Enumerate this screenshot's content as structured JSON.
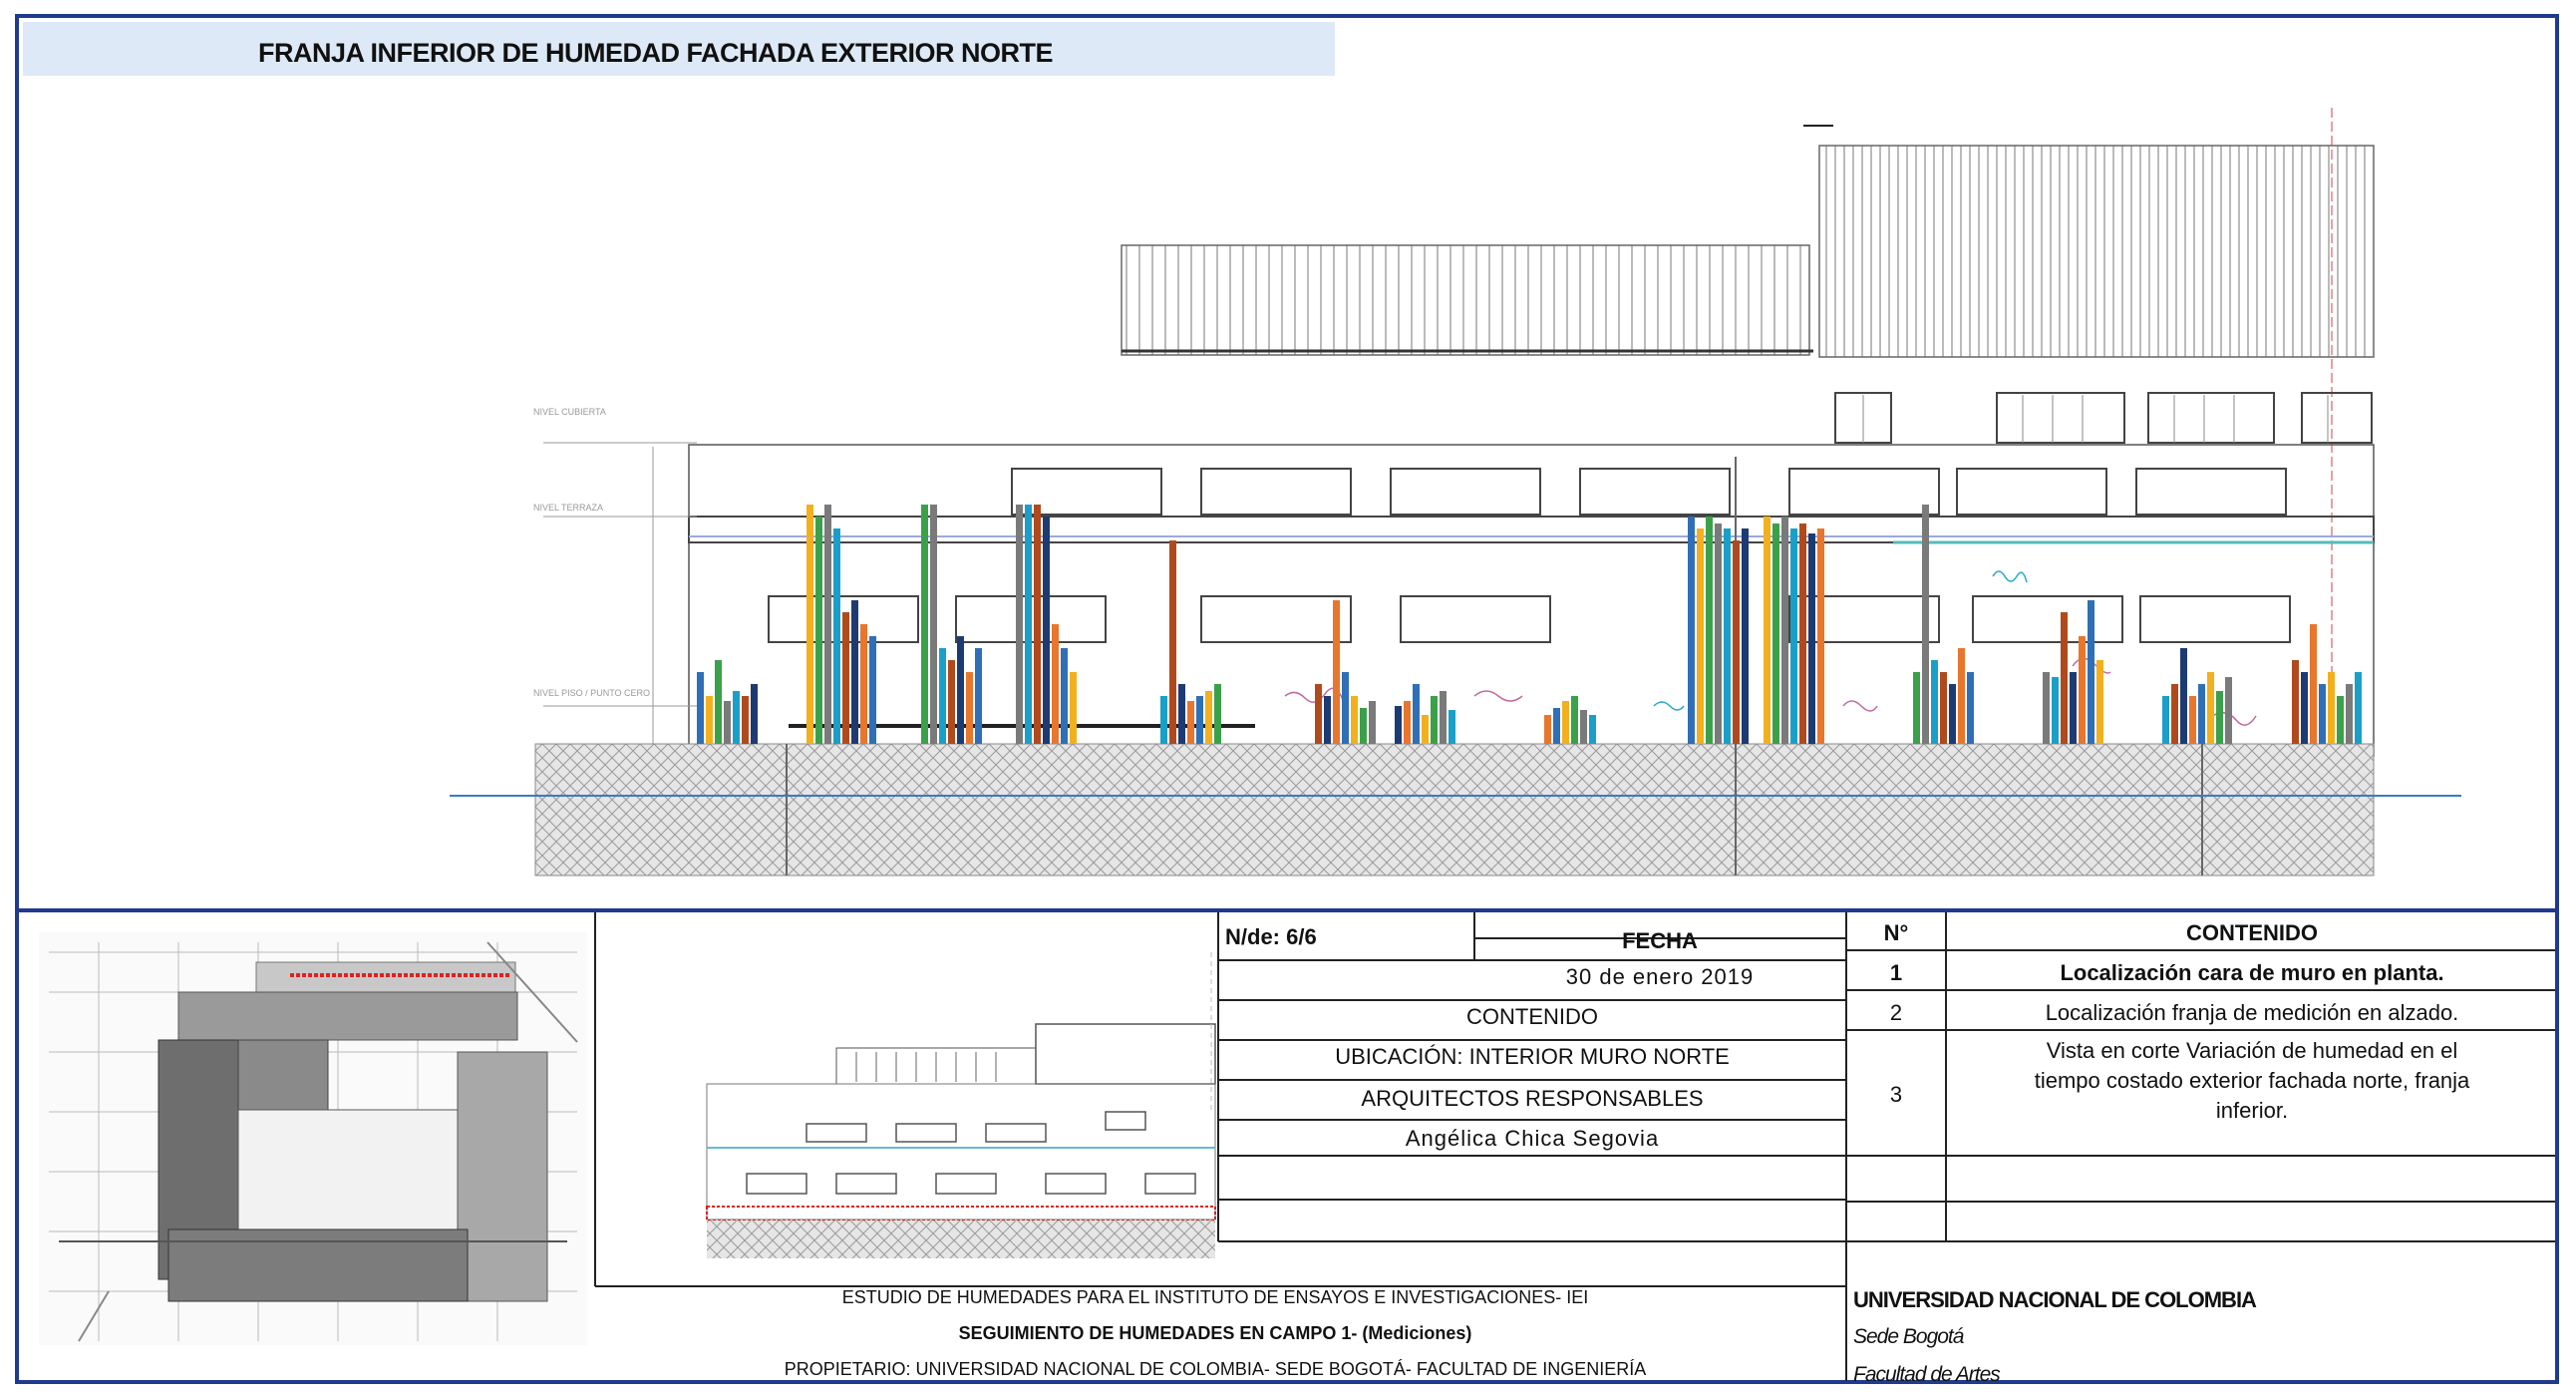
{
  "sheet": {
    "title": "FRANJA INFERIOR DE HUMEDAD FACHADA EXTERIOR NORTE"
  },
  "elevation": {
    "level_labels": [
      "NIVEL CUBIERTA",
      "NIVEL TERRAZA",
      "NIVEL PISO / PUNTO CERO"
    ]
  },
  "title_block": {
    "sheet_number": "N/de: 6/6",
    "fecha_header": "FECHA",
    "fecha_value": "30 de enero 2019",
    "contenido_label": "CONTENIDO",
    "ubicacion": "UBICACIÓN: INTERIOR MURO NORTE",
    "arquitectos_label": "ARQUITECTOS RESPONSABLES",
    "arquitecto": "Angélica Chica Segovia",
    "no_header": "N°",
    "contenido_header": "CONTENIDO",
    "items": [
      {
        "n": "1",
        "text": "Localización cara de muro en planta."
      },
      {
        "n": "2",
        "text": "Localización franja de medición en alzado."
      },
      {
        "n": "3",
        "lines": [
          "Vista en corte Variación de humedad en el",
          "tiempo costado exterior fachada norte, franja",
          "inferior."
        ]
      }
    ],
    "study_title": "ESTUDIO DE HUMEDADES PARA EL INSTITUTO DE ENSAYOS E INVESTIGACIONES- IEI",
    "study_subtitle": "SEGUIMIENTO DE HUMEDADES EN CAMPO 1- (Mediciones)",
    "owner": "PROPIETARIO: UNIVERSIDAD NACIONAL DE COLOMBIA- SEDE BOGOTÁ- FACULTAD DE INGENIERÍA",
    "university": "UNIVERSIDAD NACIONAL DE COLOMBIA",
    "sede": "Sede Bogotá",
    "facultad": "Facultad de Artes"
  },
  "colors": {
    "frame": "#1f3a8f",
    "title_band": "#dde9f6",
    "series": [
      "#e8762d",
      "#2f6fb7",
      "#f2b01e",
      "#3aa14a",
      "#7a7a7a",
      "#1aa0c8",
      "#b04a1c",
      "#1d3b73"
    ]
  }
}
